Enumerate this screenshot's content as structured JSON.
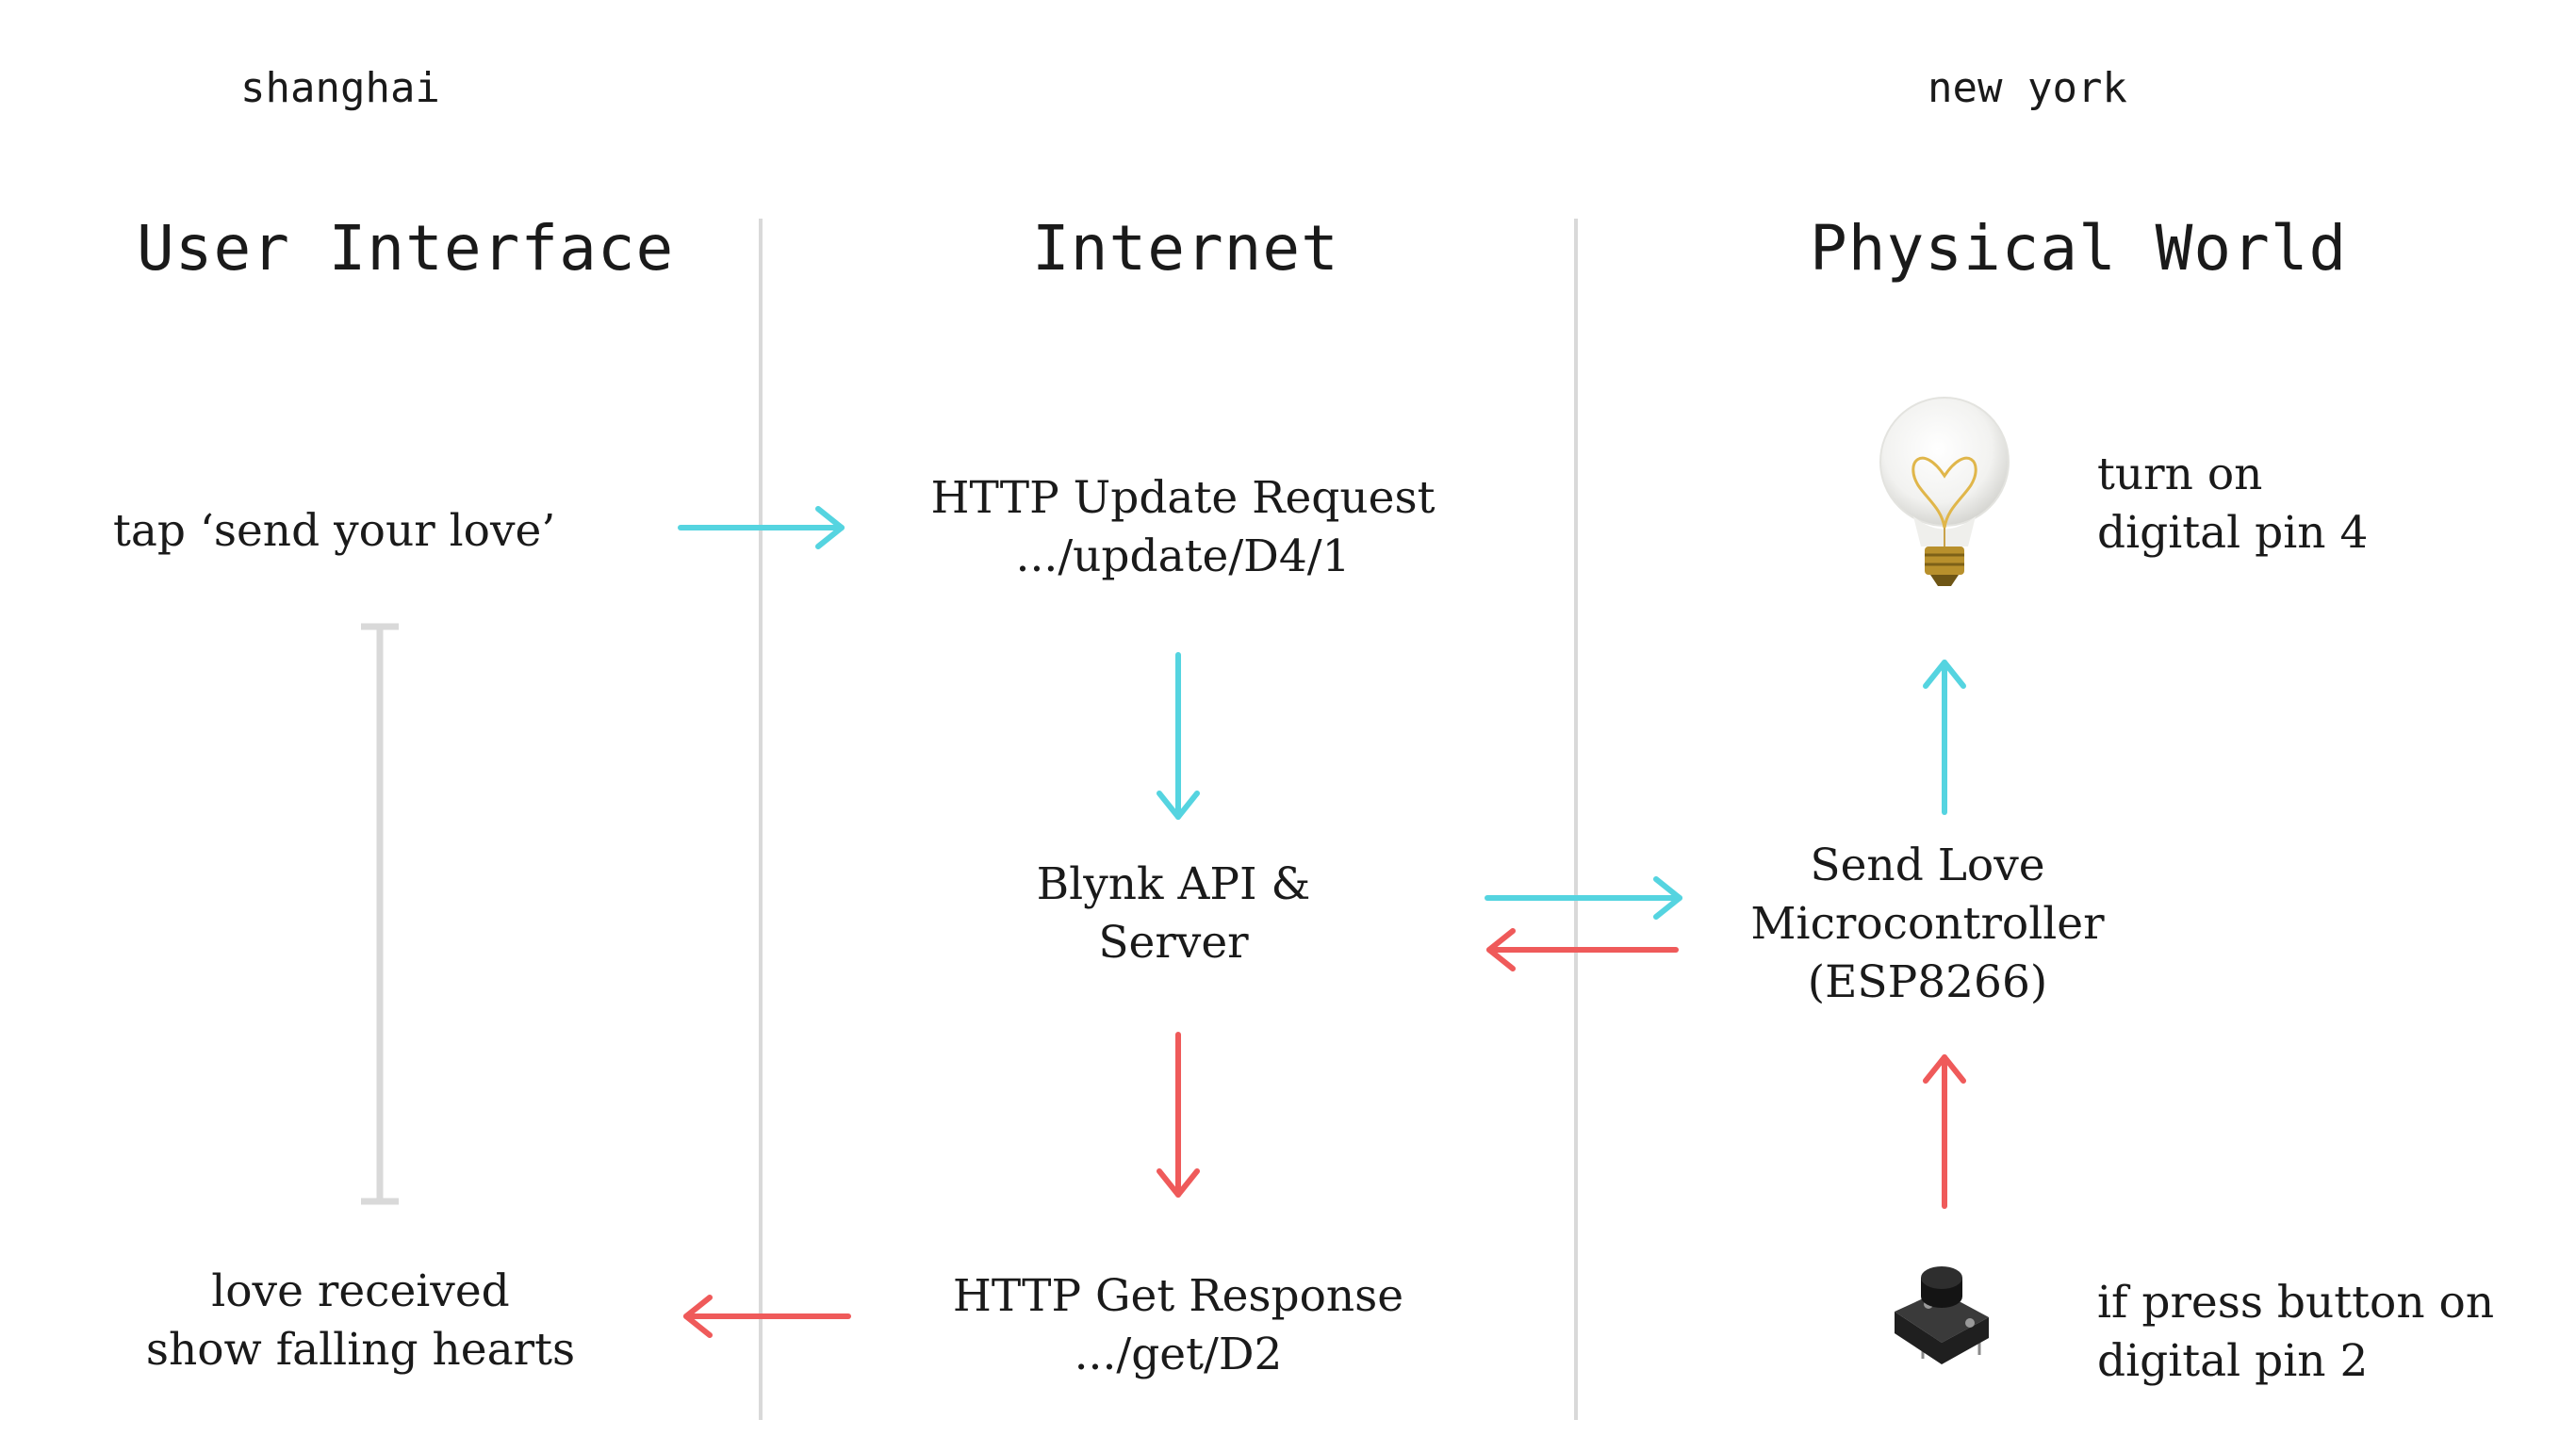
{
  "locations": {
    "left": "shanghai",
    "right": "new york"
  },
  "columns": {
    "ui": "User Interface",
    "internet": "Internet",
    "physical": "Physical World"
  },
  "nodes": {
    "tap": "tap ‘send your love’",
    "update_request": {
      "line1": "HTTP Update Request",
      "line2": ".../update/D4/1"
    },
    "blynk": {
      "line1": "Blynk API &",
      "line2": "Server"
    },
    "get_response": {
      "line1": "HTTP Get Response",
      "line2": ".../get/D2"
    },
    "love_received": {
      "line1": "love received",
      "line2": "show falling hearts"
    },
    "microcontroller": {
      "line1": "Send Love",
      "line2": "Microcontroller",
      "line3": "(ESP8266)"
    },
    "turn_on": {
      "line1": "turn on",
      "line2": "digital pin 4"
    },
    "press_button": {
      "line1": "if press button on",
      "line2": "digital pin 2"
    }
  },
  "colors": {
    "outgoing": "#55d4e0",
    "incoming": "#ef5a5a",
    "divider": "#d9d9d9"
  },
  "icons": [
    "light-bulb-icon",
    "push-button-icon"
  ]
}
